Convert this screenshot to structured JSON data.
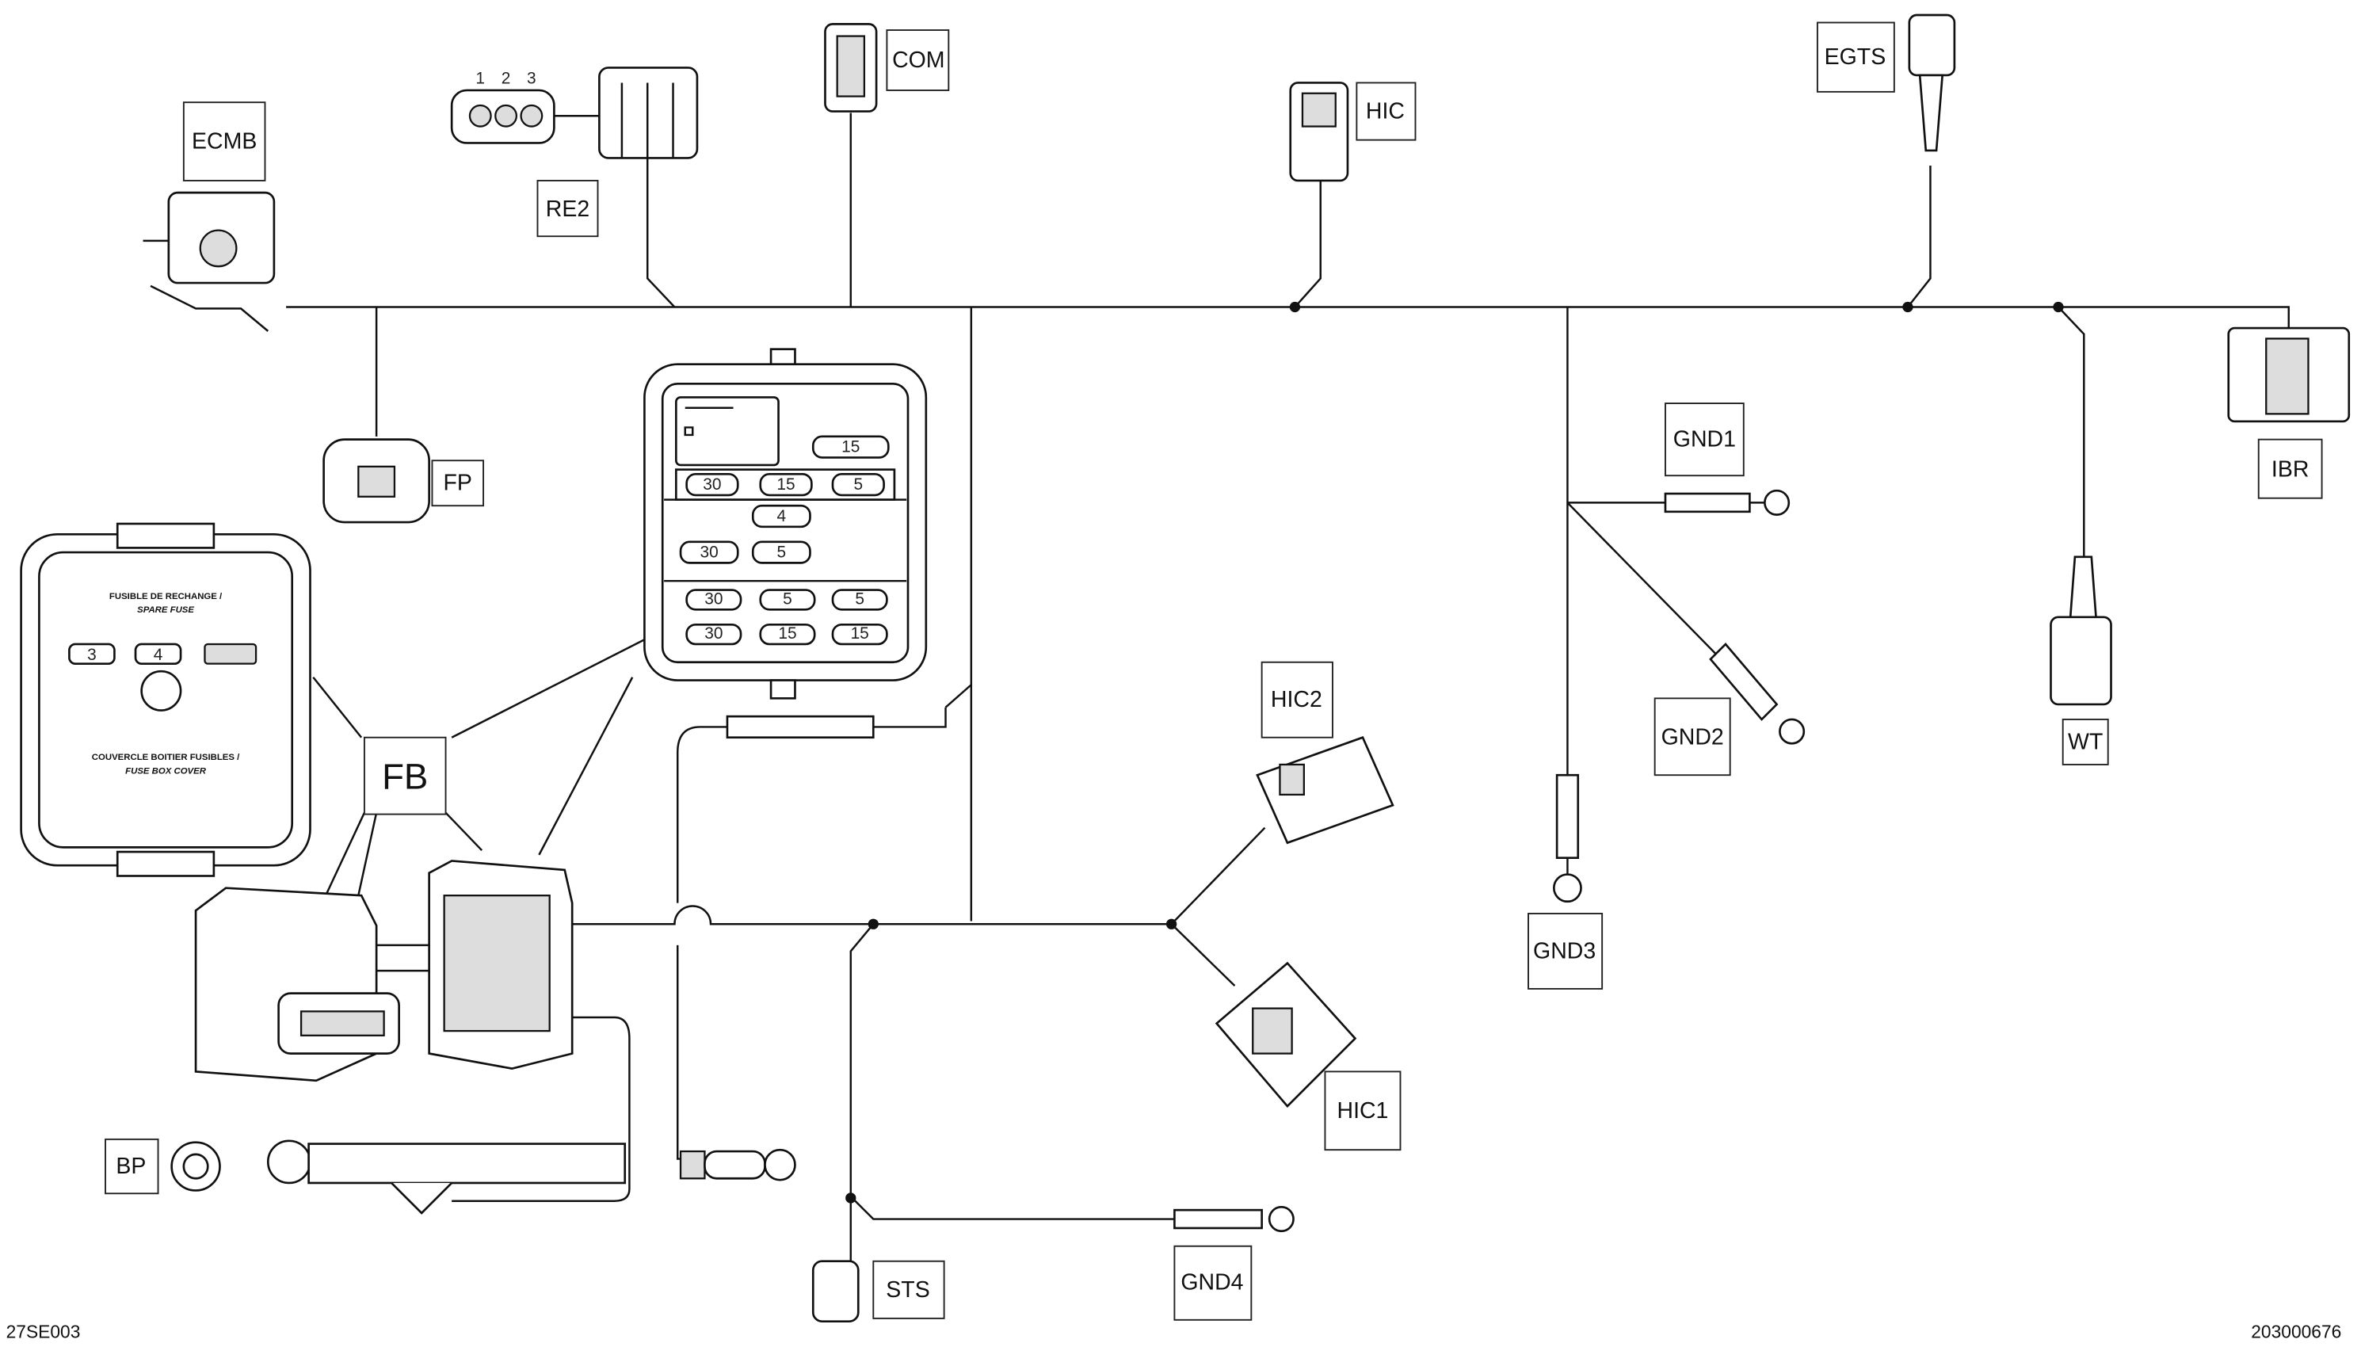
{
  "diagram": {
    "labels": {
      "ecmb": "ECMB",
      "re2": "RE2",
      "com": "COM",
      "hic": "HIC",
      "egts": "EGTS",
      "ibr": "IBR",
      "fp": "FP",
      "gnd1": "GND1",
      "gnd2": "GND2",
      "gnd3": "GND3",
      "gnd4": "GND4",
      "wt": "WT",
      "hic2": "HIC2",
      "hic1": "HIC1",
      "fb": "FB",
      "bp": "BP",
      "sts": "STS"
    },
    "re2_pins": [
      "1",
      "2",
      "3"
    ],
    "fuse_box_cover": {
      "spare_fuse_fr": "FUSIBLE DE RECHANGE /",
      "spare_fuse_en": "SPARE FUSE",
      "cover_fr": "COUVERCLE BOITIER FUSIBLES /",
      "cover_en": "FUSE BOX COVER",
      "spare_fuses": [
        "3",
        "4"
      ]
    },
    "fuse_box": {
      "top_right": "15",
      "row1": [
        "30",
        "15",
        "5"
      ],
      "row2_top": "4",
      "row2_bottom": [
        "30",
        "5"
      ],
      "row3_top": [
        "30",
        "5",
        "5"
      ],
      "row3_bottom": [
        "30",
        "15",
        "15"
      ]
    },
    "footer": {
      "left_code": "27SE003",
      "right_code": "203000676"
    }
  }
}
